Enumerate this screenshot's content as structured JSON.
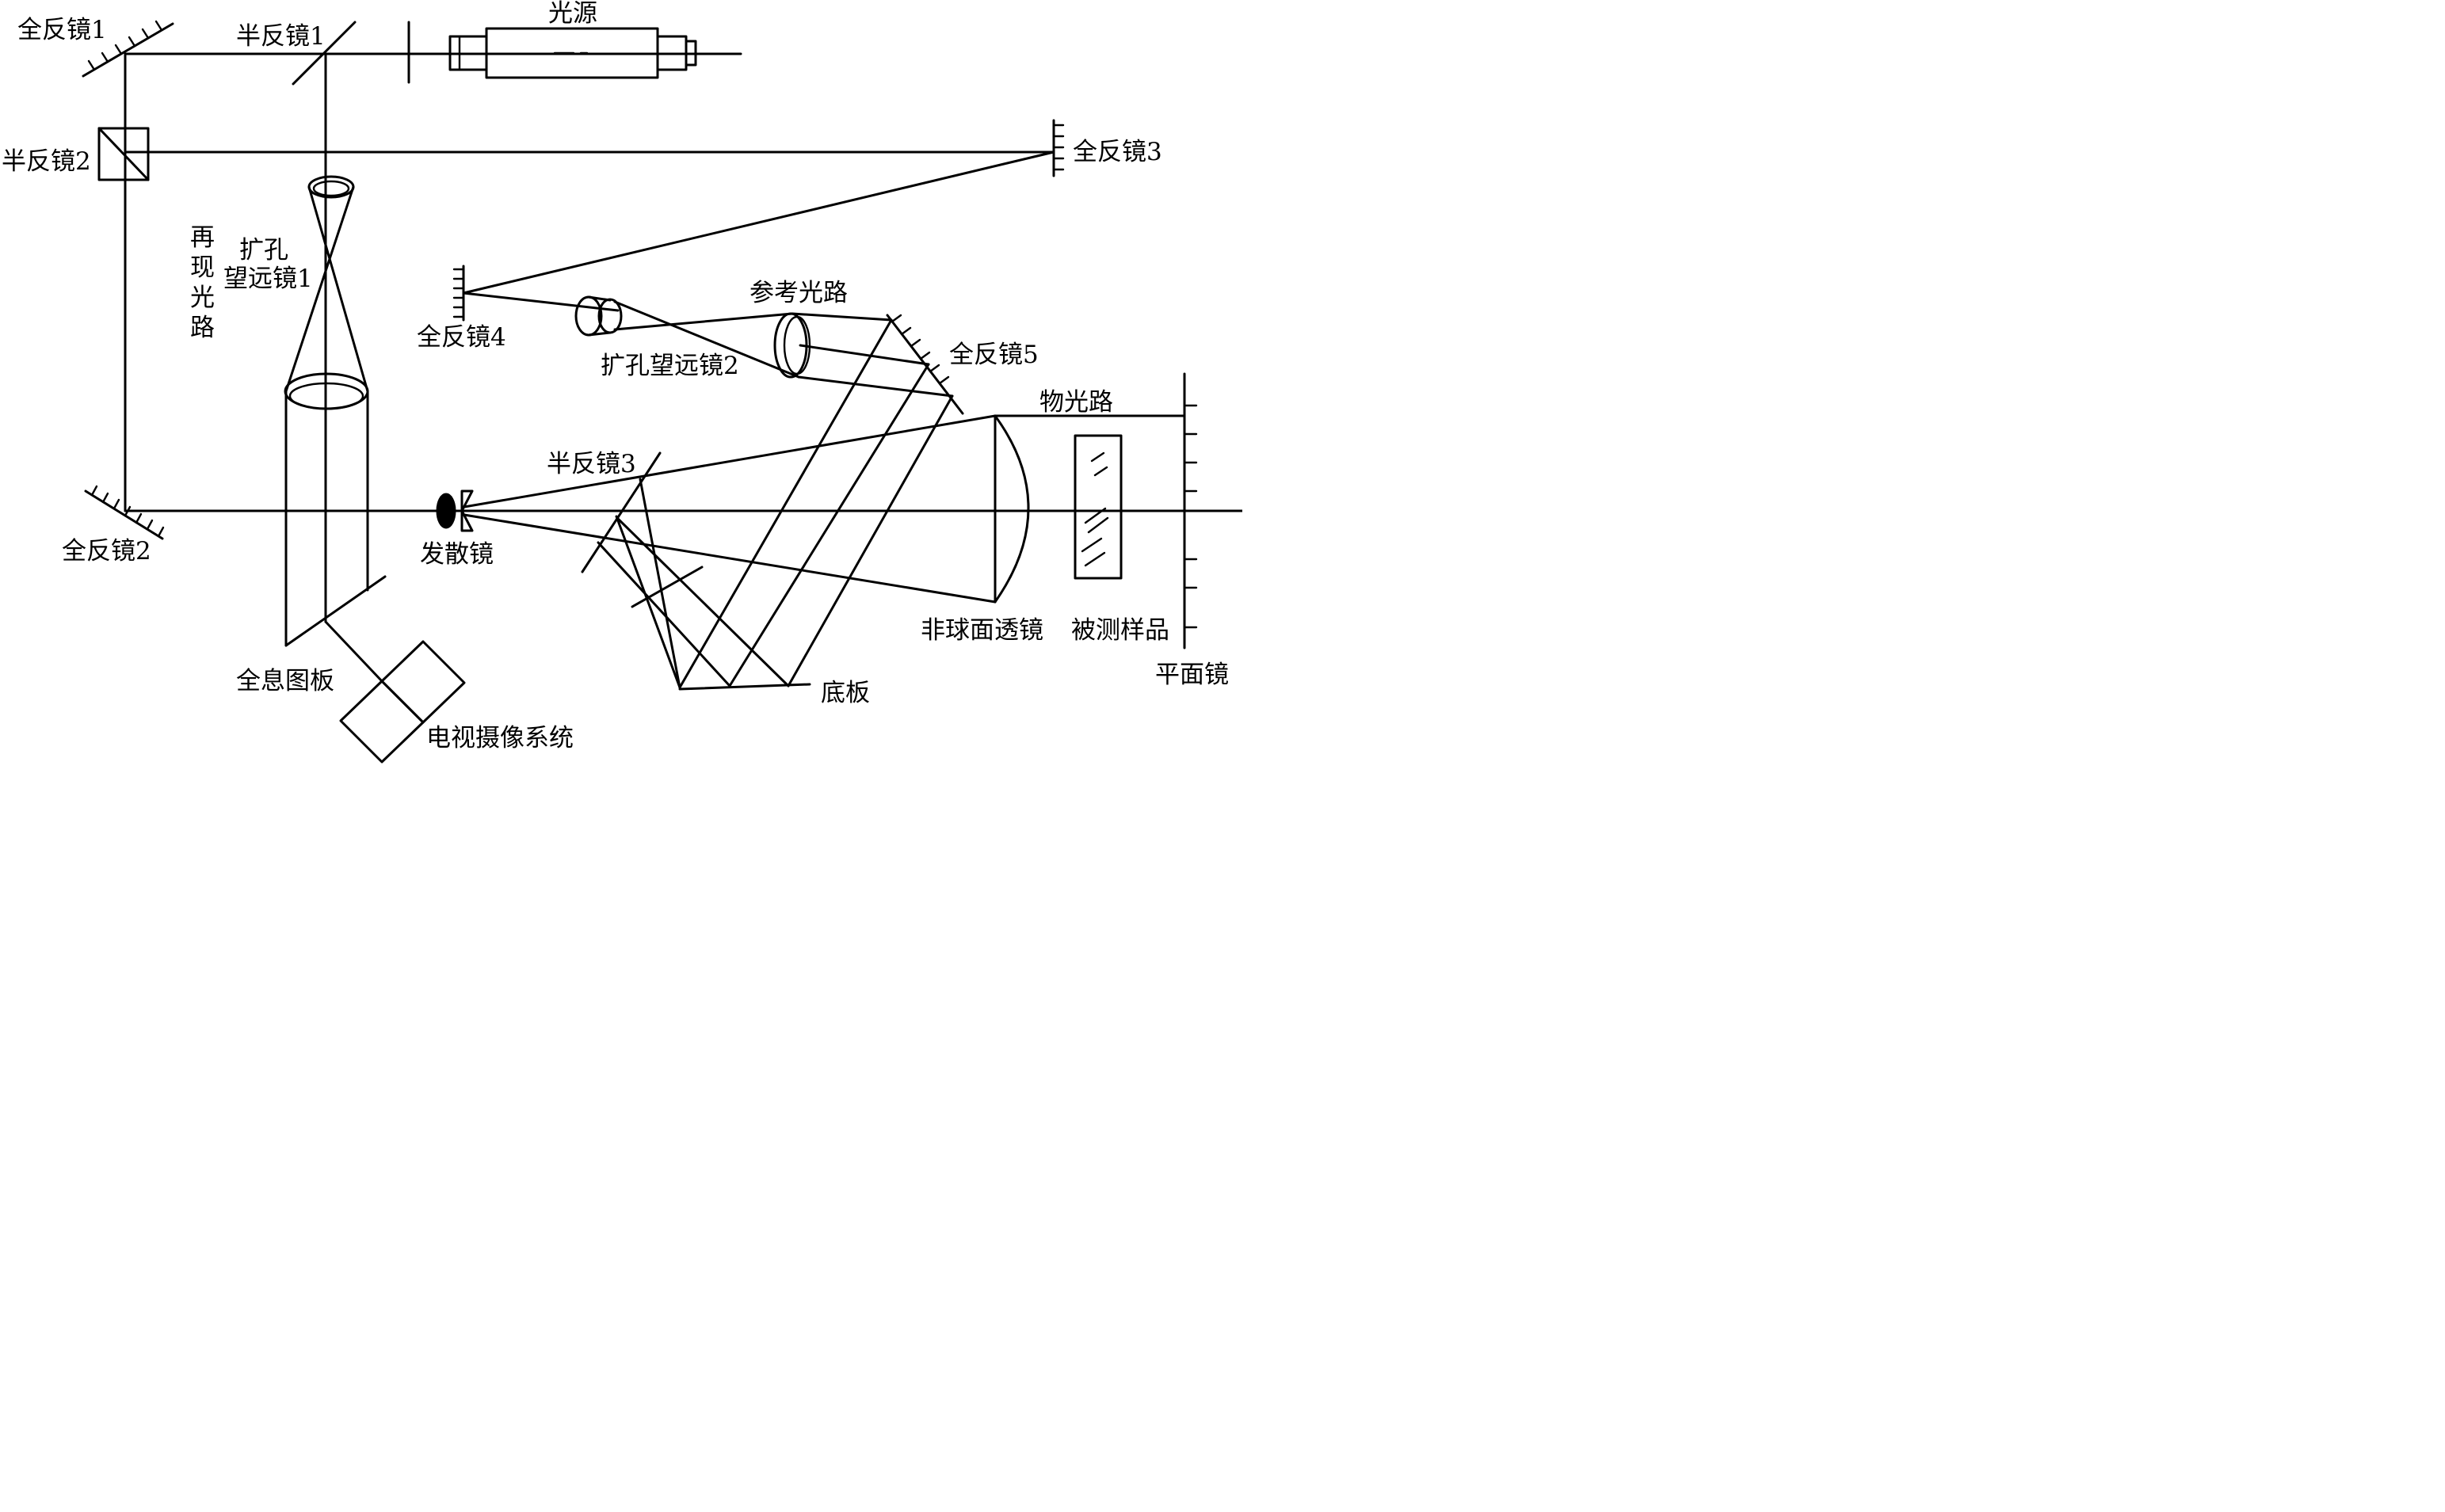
{
  "labels": {
    "light_source": "光源",
    "full_mirror_1": "全反镜1",
    "half_mirror_1": "半反镜1",
    "half_mirror_2": "半反镜2",
    "full_mirror_3": "全反镜3",
    "reproduction_path": [
      "再",
      "现",
      "光",
      "路"
    ],
    "beam_expander_1": [
      "扩孔",
      "望远镜1"
    ],
    "full_mirror_4": "全反镜4",
    "reference_path": "参考光路",
    "beam_expander_2": "扩孔望远镜2",
    "full_mirror_5": "全反镜5",
    "object_path": "物光路",
    "half_mirror_3": "半反镜3",
    "full_mirror_2": "全反镜2",
    "diverging_lens": "发散镜",
    "aspheric_lens": "非球面透镜",
    "sample": "被测样品",
    "flat_mirror": "平面镜",
    "hologram_plate": "全息图板",
    "base_plate": "底板",
    "tv_camera": "电视摄像系统"
  }
}
